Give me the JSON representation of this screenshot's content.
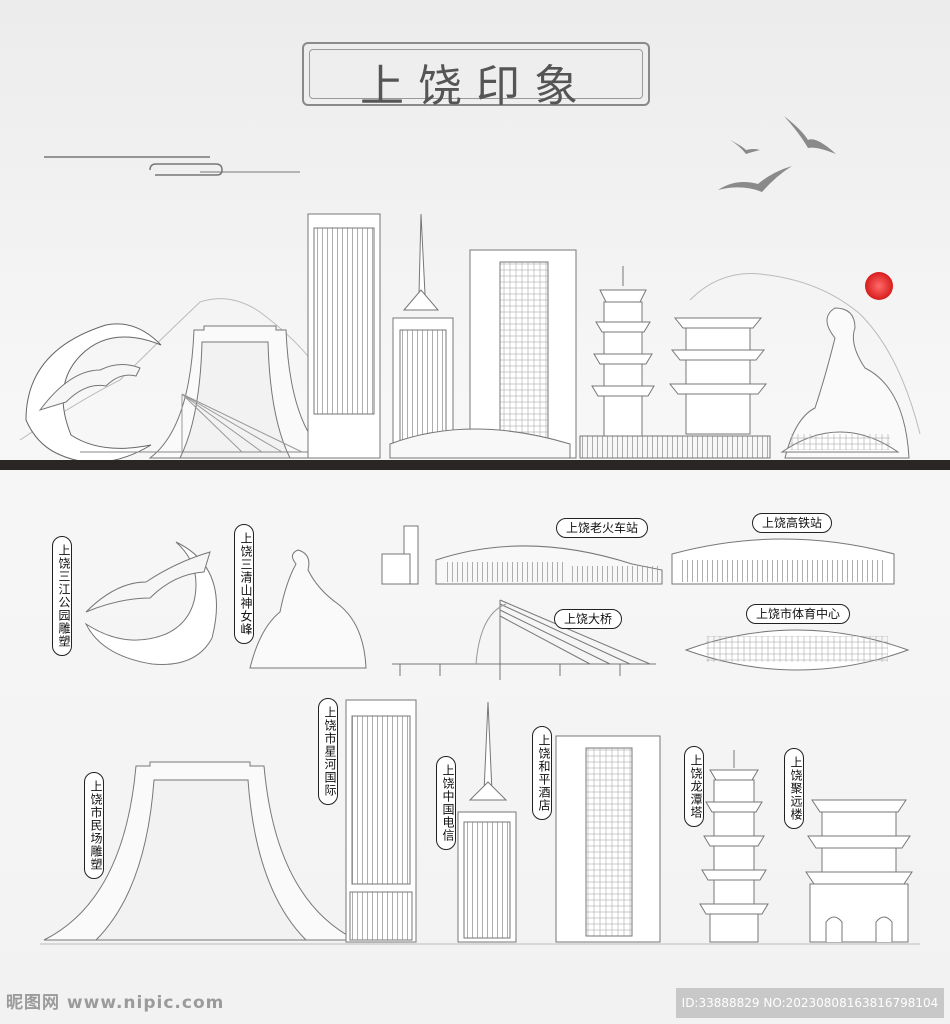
{
  "title": "上饶印象",
  "labels": {
    "sanjiang": "上饶三江公园雕塑",
    "sanqing": "上饶三清山神女峰",
    "minchang": "上饶市民场雕塑",
    "xinghe": "上饶市星河国际",
    "dianxin": "上饶中国电信",
    "heping": "上饶和平酒店",
    "longtan": "上饶龙潭塔",
    "juyuan": "上饶聚远楼",
    "old_station": "上饶老火车站",
    "hsr_station": "上饶高铁站",
    "bridge": "上饶大桥",
    "stadium": "上饶市体育中心"
  },
  "watermark": {
    "left": "昵图网 www.nipic.com",
    "right": "ID:33888829 NO:20230808163816798104"
  },
  "colors": {
    "sun": "#e02a2a",
    "ground": "#2a2626",
    "line": "#7a7a7a"
  }
}
